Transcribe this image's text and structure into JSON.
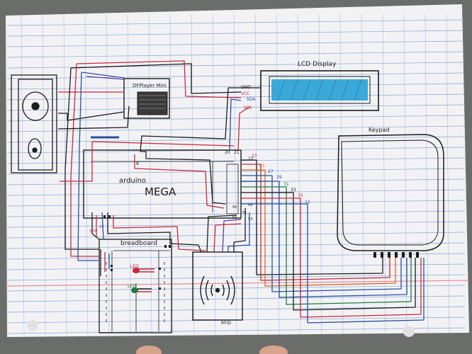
{
  "labels": {
    "dfplayer": "DFPlayer Mini",
    "lcd": "LCD Display",
    "keypad": "Keypad",
    "arduino": "arduino",
    "mega": "MEGA",
    "breadboard": "breadboard",
    "led1": "LED",
    "led2": "LED",
    "rfid": "RFID",
    "gnd": "GND",
    "vcc": "VCC",
    "sda": "SDA",
    "scl": "SCL",
    "pin20": "20",
    "pin21": "21",
    "pin8": "8",
    "pin22": "22",
    "pin23": "23",
    "pin25": "25",
    "pin27": "27",
    "pin29": "29",
    "pin31": "31",
    "pin33": "33",
    "pin35": "35",
    "pin37": "37",
    "pin49": "49",
    "pin50": "50",
    "pin51": "51",
    "pin52": "52",
    "pin53": "53",
    "v33": "3.3V",
    "v5": "5V"
  },
  "colors": {
    "paper": "#f3f3f6",
    "rule_blue": "#7ea2cf",
    "margin_red": "#e58a93",
    "wire_black": "#1c1c1c",
    "wire_red": "#c8283a",
    "wire_blue": "#2a4fa0",
    "wire_green": "#1f7a3c",
    "wire_purple": "#5a3f9a",
    "lcd_fill": "#3aa9d9",
    "background": "#6b6d6b"
  }
}
